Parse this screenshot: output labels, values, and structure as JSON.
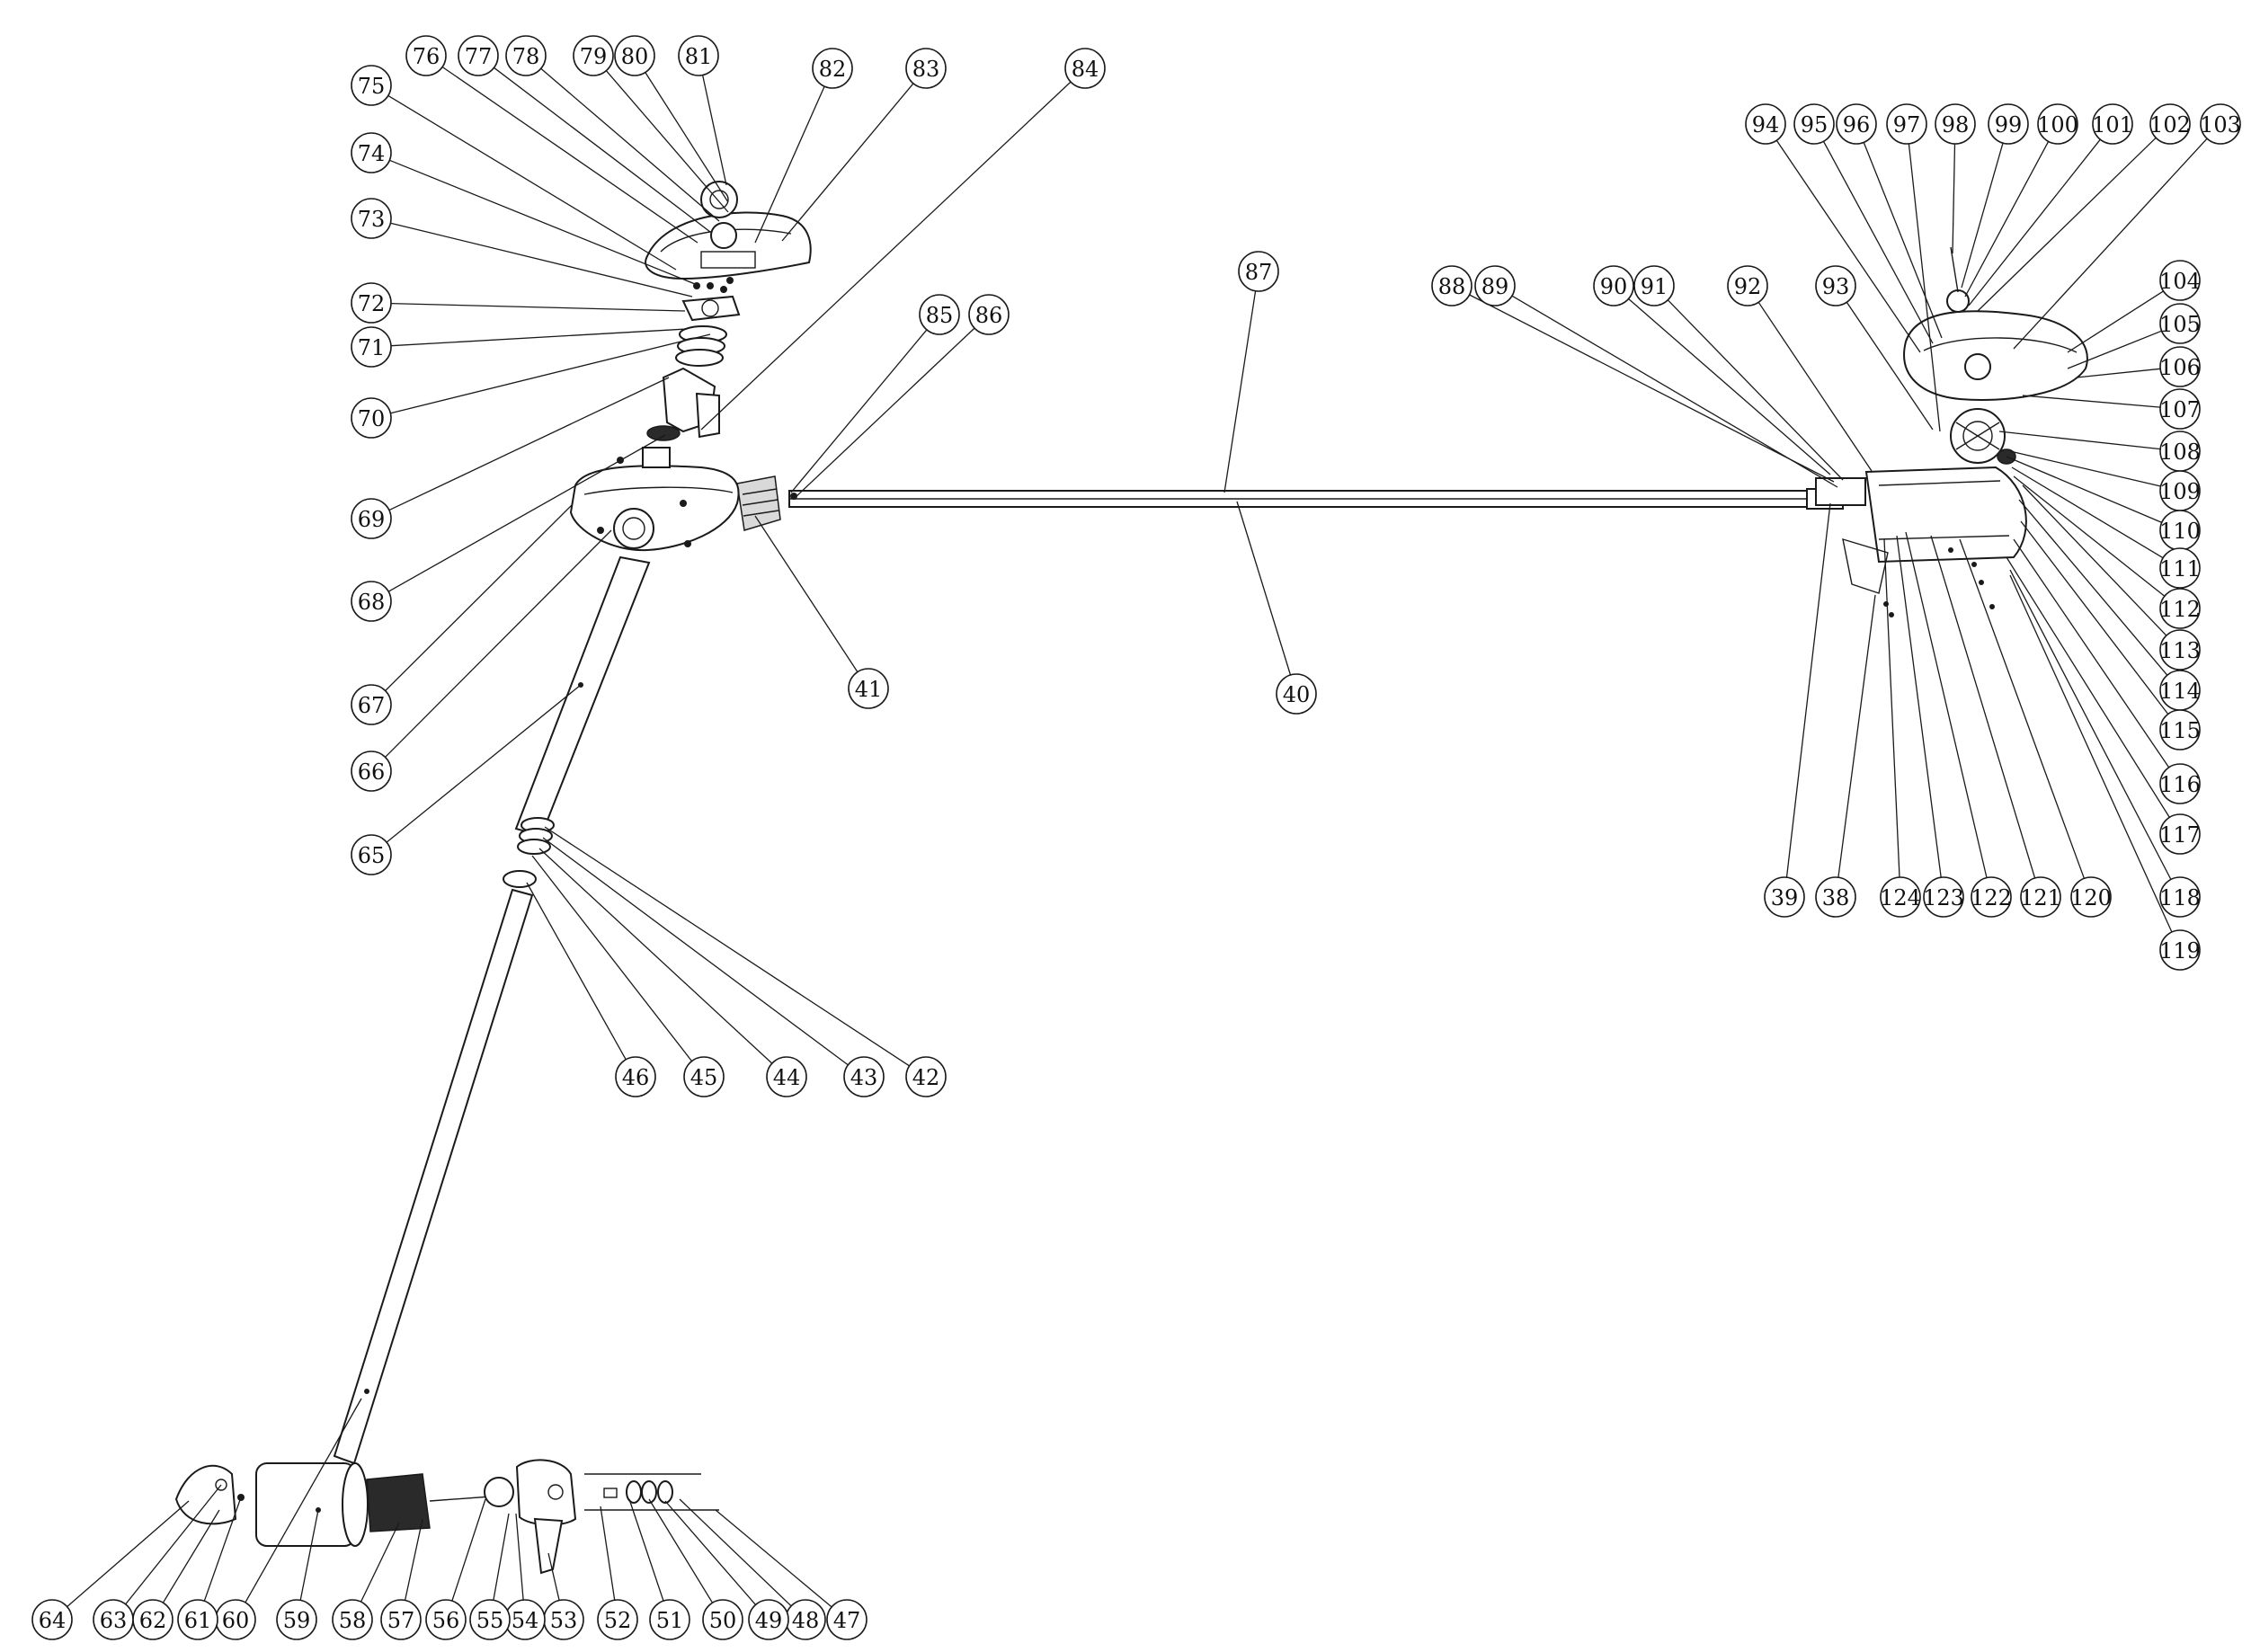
{
  "callouts": [
    "38",
    "39",
    "40",
    "41",
    "42",
    "43",
    "44",
    "45",
    "46",
    "47",
    "48",
    "49",
    "50",
    "51",
    "52",
    "53",
    "54",
    "55",
    "56",
    "57",
    "58",
    "59",
    "60",
    "61",
    "62",
    "63",
    "64",
    "65",
    "66",
    "67",
    "68",
    "69",
    "70",
    "71",
    "72",
    "73",
    "74",
    "75",
    "76",
    "77",
    "78",
    "79",
    "80",
    "81",
    "82",
    "83",
    "84",
    "85",
    "86",
    "87",
    "88",
    "89",
    "90",
    "91",
    "92",
    "93",
    "94",
    "95",
    "96",
    "97",
    "98",
    "99",
    "100",
    "101",
    "102",
    "103",
    "104",
    "105",
    "106",
    "107",
    "108",
    "109",
    "110",
    "111",
    "112",
    "113",
    "114",
    "115",
    "116",
    "117",
    "118",
    "119",
    "120",
    "121",
    "122",
    "123",
    "124"
  ],
  "colors": {
    "line": "#1a1a1a",
    "background": "#ffffff",
    "shade": "#2a2a2a"
  }
}
